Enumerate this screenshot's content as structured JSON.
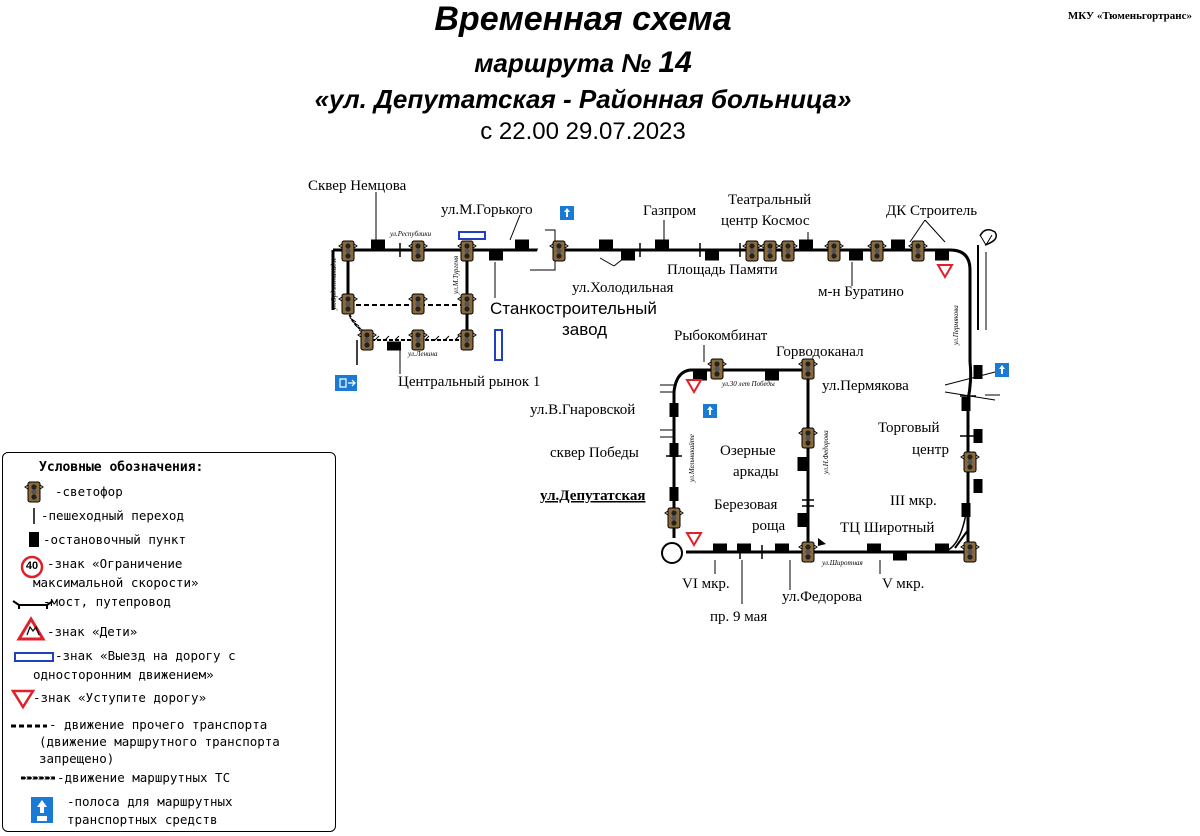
{
  "header": {
    "title": "Временная схема",
    "route_prefix": "маршрута №",
    "route_number": "14",
    "route_name": "«ул. Депутатская - Районная больница»",
    "valid_from": "с 22.00 29.07.2023",
    "organization": "МКУ «Тюменьгортранс»"
  },
  "stops": {
    "nemtsova": "Сквер Немцова",
    "gorkogo": "ул.М.Горького",
    "gazprom": "Газпром",
    "teatr_1": "Театральный",
    "teatr_2": "центр Космос",
    "dk": "ДК Строитель",
    "stankozavod_1": "Станкостроительный",
    "stankozavod_2": "завод",
    "kholodilnaya": "ул.Холодильная",
    "ploshchad": "Площадь Памяти",
    "buratino": "м-н Буратино",
    "rybokombinat": "Рыбокомбинат",
    "gorvodokanal": "Горводоканал",
    "tsentr_rynok": "Центральный рынок 1",
    "gnarovskoy": "ул.В.Гнаровской",
    "skver_pobedy": "сквер Победы",
    "deputatskaya": "ул.Депутатская",
    "ozernye_1": "Озерные",
    "ozernye_2": "аркады",
    "berezovaya_1": "Березовая",
    "berezovaya_2": "роща",
    "permyakova": "ул.Пермякова",
    "torg_1": "Торговый",
    "torg_2": "центр",
    "iii_mkr": "III мкр.",
    "tts": "ТЦ Широтный",
    "vi_mkr": "VI мкр.",
    "v_mkr": "V мкр.",
    "pr9maya": "пр. 9 мая",
    "fedorova": "ул.Федорова"
  },
  "streets": {
    "respubliki": "ул.Республики",
    "ordzhonikidze": "ул.Орджоникидзе",
    "mturgeva": "ул.М.Тургеня",
    "lenina": "ул.Ленина",
    "pobedy30": "ул.30 лет Победы",
    "melnikayte": "ул.Мельникайте",
    "nfedorova": "ул.Н.Федорова",
    "shirotnaya": "ул.Широтная",
    "permyakova_st": "ул.Пермякова"
  },
  "legend": {
    "title": "Условные обозначения:",
    "traffic_light": "-светофор",
    "crossing": "-пешеходный переход",
    "stop": "-остановочный пункт",
    "speed_value": "40",
    "speed_1": "-знак «Ограничение",
    "speed_2": "максимальной скорости»",
    "bridge": "-мост, путепровод",
    "children": "-знак «Дети»",
    "oneway_1": "-знак «Выезд на дорогу с",
    "oneway_2": "односторонним движением»",
    "yield": "-знак «Уступите дорогу»",
    "other_1": "- движение прочего транспорта",
    "other_2": "(движение маршрутного транспорта",
    "other_3": "запрещено)",
    "route": "-движение маршрутных ТС",
    "lane_1": "-полоса для маршрутных",
    "lane_2": "транспортных средств"
  },
  "colors": {
    "line": "#000000",
    "light_body": "#8a6a3a",
    "yield_red": "#e0202a",
    "lane_blue": "#1a7ad4",
    "oneway_blue": "#2040c0"
  }
}
